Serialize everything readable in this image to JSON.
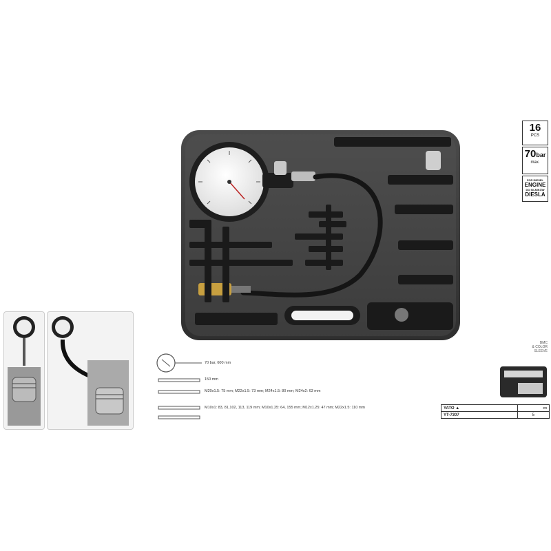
{
  "badges": {
    "pcs_count": "16",
    "pcs_label": "PCS",
    "pressure_value": "70",
    "pressure_unit": "bar",
    "pressure_note": "max.",
    "engine_top": "FOR DIESEL",
    "engine_word": "ENGINE",
    "engine_mid": "DO SILNIKÓW",
    "engine_bottom": "DIESLA"
  },
  "specs": {
    "gauge_line": "70 bar, 600 mm",
    "hose_line": "150 mm",
    "adapters_line_1": "M20x1.5: 75 mm; M22x1.5: 73 mm; M24x1.5: 80 mm; M24x2: 63 mm",
    "adapters_line_2": "M10x1: 83, 81,102, 113, 119 mm; M10x1.25: 64, 155 mm; M12x1.25: 47 mm; M22x1.5: 110 mm"
  },
  "packaging": {
    "line1": "BMC",
    "line2": "& COLOR",
    "line3": "SLEEVE"
  },
  "product": {
    "brand": "YATO",
    "code": "YT-7307",
    "box_qty": "5"
  },
  "colors": {
    "case_black": "#2a2a2a",
    "tray_grey": "#5a5a5a",
    "brass": "#c8a040"
  }
}
